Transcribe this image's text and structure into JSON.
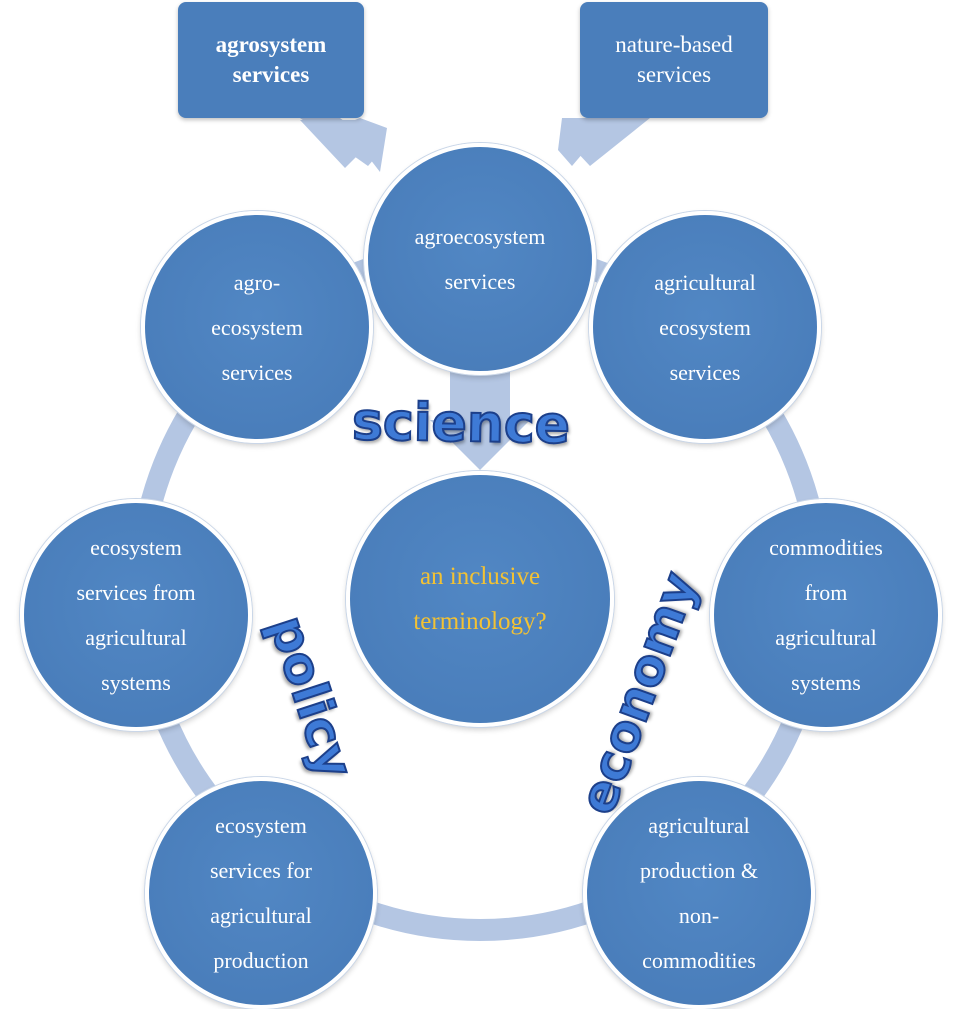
{
  "colors": {
    "node_fill": "#4a7ebb",
    "ring": "#b4c6e3",
    "arrow": "#b4c6e3",
    "center_text": "#f3c233",
    "wordart_fill": "#3e7ad6",
    "wordart_outline": "#1c3f8a"
  },
  "top_boxes": {
    "left": {
      "line1": "agrosystem",
      "line2": "services"
    },
    "right": {
      "line1": "nature-based",
      "line2": "services"
    }
  },
  "circles": {
    "top": {
      "line1": "agroecosystem",
      "line2": "services"
    },
    "upper_left": {
      "line1": "agro-",
      "line2": "ecosystem",
      "line3": "services"
    },
    "upper_right": {
      "line1": "agricultural",
      "line2": "ecosystem",
      "line3": "services"
    },
    "mid_left": {
      "line1": "ecosystem",
      "line2": "services from",
      "line3": "agricultural",
      "line4": "systems"
    },
    "mid_right": {
      "line1": "commodities",
      "line2": "from",
      "line3": "agricultural",
      "line4": "systems"
    },
    "lower_left": {
      "line1": "ecosystem",
      "line2": "services for",
      "line3": "agricultural",
      "line4": "production"
    },
    "lower_right": {
      "line1": "agricultural",
      "line2": "production &",
      "line3": "non-",
      "line4": "commodities"
    },
    "center": {
      "line1": "an inclusive",
      "line2": "terminology?"
    }
  },
  "words": {
    "science": "science",
    "policy": "policy",
    "economy": "economy"
  }
}
